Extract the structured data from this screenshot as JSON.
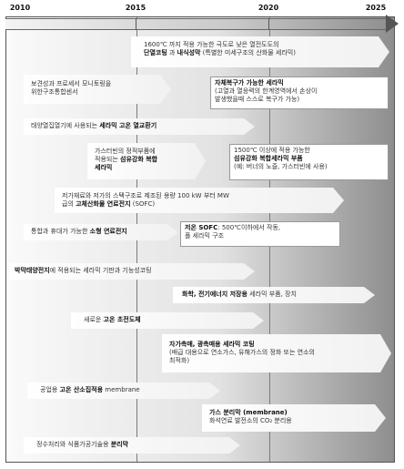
{
  "years": [
    "2010",
    "2015",
    "2020",
    "2025"
  ],
  "items": {
    "a1": {
      "l1": "1600℃ 까지 적용 가능한 극도로 낮은 열전도도의",
      "l2b": "단열코팅",
      "l2m": " 과 ",
      "l2b2": "내식성막",
      "l2r": " (특별한 미세구조의 산화물 세라믹)"
    },
    "a2": {
      "l1": "보견성과 프로세서 모니토링을",
      "l2": "위한구조통합센서"
    },
    "a3": {
      "l1": "자체복구가 가능한 세라믹",
      "l2": "(고열과 열응력의 한계영역에서 손상이",
      "l3": "발생했을때 스스로 복구가 가능)"
    },
    "a4": {
      "pre": "태양열집열기에 사용되는 ",
      "bold": "세라믹 고온 열교환기"
    },
    "a5": {
      "l1": "가스터빈의 정적부품에",
      "l2pre": "적용되는 ",
      "l2b": "섬유강화 복합",
      "l3": "세라믹"
    },
    "a6": {
      "l1": "1500℃ 이상에 적용 가능한",
      "l2": "섬유강화 복합세라믹 부품",
      "l3": "(예: 버너의 노즐, 가스터빈에 사용)"
    },
    "a7": {
      "l1": "저가재료와 저가의 스택구조로 제조된 용량 100 kW 부터 MW",
      "l2pre": "급의 ",
      "l2b": "고체산화물 연료전지",
      "l2post": " (SOFC)"
    },
    "a8": {
      "l1": "통합과 휴대가 가능한 ",
      "l1b": "소형 연료전지"
    },
    "a9": {
      "l1b": "저온 SOFC",
      "l1": ": 500℃이하에서 작동,",
      "l2": "폴 세라믹 구조"
    },
    "a10": {
      "b": "박막태양전지",
      "rest": "에 적용되는 세라믹 기판과 기능성코팅"
    },
    "a11": {
      "b": "화학, 전기에너지 저장용",
      "rest": " 세라믹 부품, 장치"
    },
    "a12": {
      "pre": "새로운 ",
      "b": "고온 초전도체"
    },
    "a13": {
      "l1b": "자가촉매, 광촉매용 세라믹 코팅",
      "l2": "(배급 대용으로 연소가스, 유해가스의 정화 또는 연소의",
      "l3": "최적화)"
    },
    "a14": {
      "pre": "공업용 ",
      "b": "고온 산소집적용",
      "post": " membrane"
    },
    "a15": {
      "l1b": "가스 분리막 (membrane)",
      "l2": "화석연료 발전소의 CO₂ 분리용"
    },
    "a16": {
      "pre": "정수처리와 식품가공기술용 ",
      "b": "분리막"
    }
  }
}
